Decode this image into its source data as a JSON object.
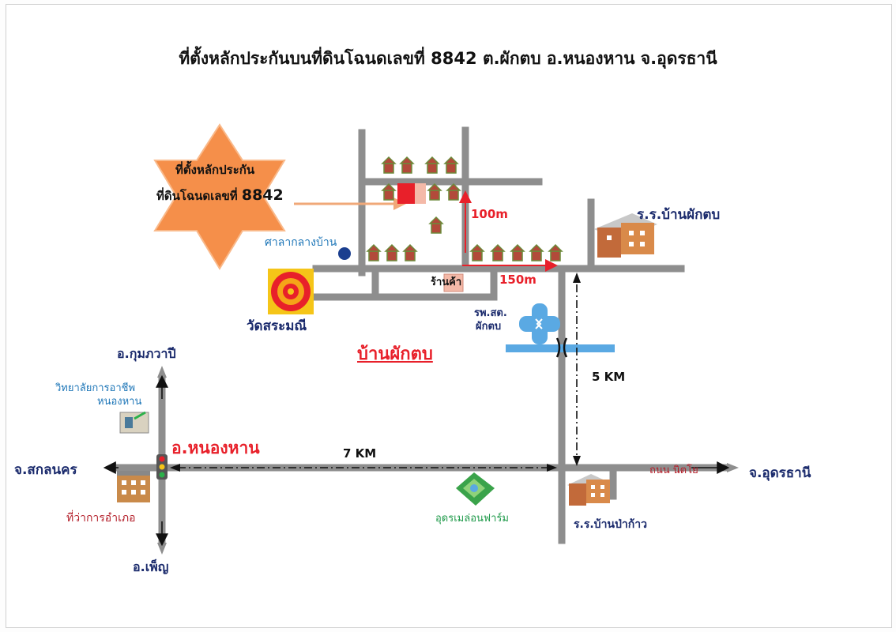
{
  "title": "ที่ตั้งหลักประกันบนที่ดินโฉนดเลขที่ 8842 ต.ผักตบ อ.หนองหาน จ.อุดรธานี",
  "star": {
    "line1": "ที่ตั้งหลักประกัน",
    "line2_prefix": "ที่ดินโฉนดเลขที่ ",
    "line2_number": "8842"
  },
  "labels": {
    "sala": "ศาลากลางบ้าน",
    "shop": "ร้านค้า",
    "temple": "วัดสระมณี",
    "school_top": "ร.ร.บ้านผักตบ",
    "health_line1": "รพ.สต.",
    "health_line2": "ผักตบ",
    "village": "บ้านผักตบ",
    "kumphawapi": "อ.กุมภวาปี",
    "college_line1": "วิทยาลัยการอาชีพ",
    "college_line2": "หนองหาน",
    "nonghan": "อ.หนองหาน",
    "sakon": "จ.สกลนคร",
    "district_office": "ที่ว่าการอำเภอ",
    "phen": "อ.เพ็ญ",
    "farm": "อุดรเมล่อนฟาร์ม",
    "school_bottom": "ร.ร.บ้านป่าก้าว",
    "udon": "จ.อุดรธานี",
    "road_name": "ถนน นิตโย"
  },
  "distances": {
    "d100": "100m",
    "d150": "150m",
    "d5km": "5 KM",
    "d7km": "7 KM"
  },
  "colors": {
    "road": "#8e8e8e",
    "star_fill": "#f58f4a",
    "highlight_red": "#e8202a",
    "water": "#5aa9e3",
    "title": "#111111"
  }
}
